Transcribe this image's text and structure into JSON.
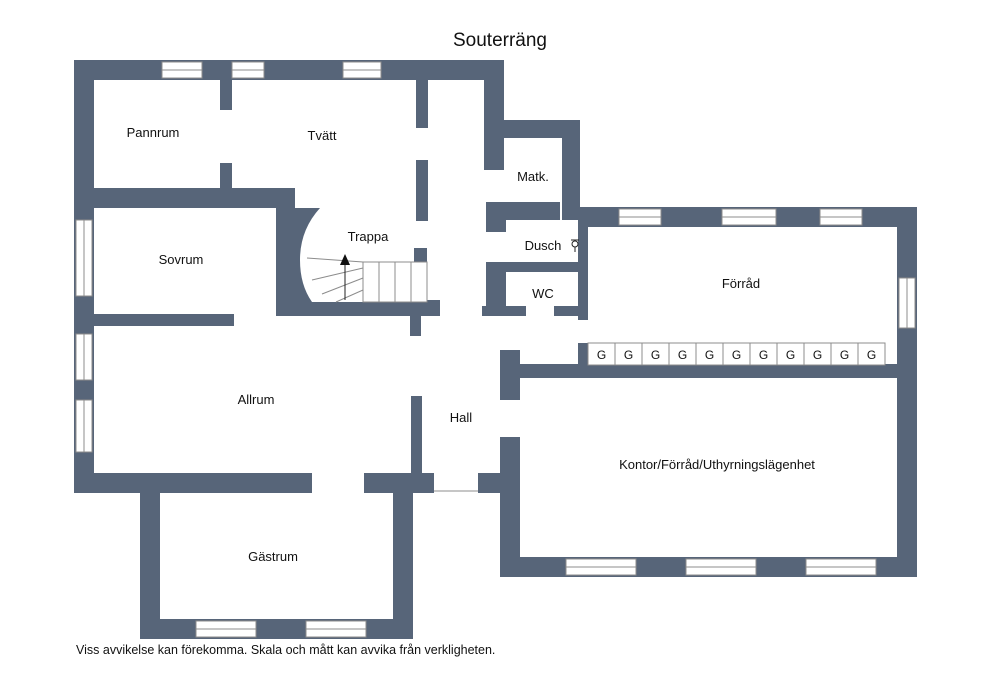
{
  "title": "Souterräng",
  "colors": {
    "wall": "#576579",
    "window": "#ffffff",
    "window_line": "#8c8c8c",
    "text": "#111111"
  },
  "rooms": {
    "pannrum": "Pannrum",
    "tvatt": "Tvätt",
    "matk": "Matk.",
    "trappa": "Trappa",
    "dusch": "Dusch",
    "sovrum": "Sovrum",
    "wc": "WC",
    "forrad": "Förråd",
    "allrum": "Allrum",
    "hall": "Hall",
    "kontor": "Kontor/Förråd/Uthyrningslägenhet",
    "gastrum": "Gästrum"
  },
  "storage_units": [
    "G",
    "G",
    "G",
    "G",
    "G",
    "G",
    "G",
    "G",
    "G",
    "G",
    "G"
  ],
  "stair_direction_icon": "arrow-up-icon",
  "shower_icon": "shower-head-icon",
  "disclaimer": "Viss avvikelse kan förekomma. Skala och mått kan avvika från verkligheten."
}
